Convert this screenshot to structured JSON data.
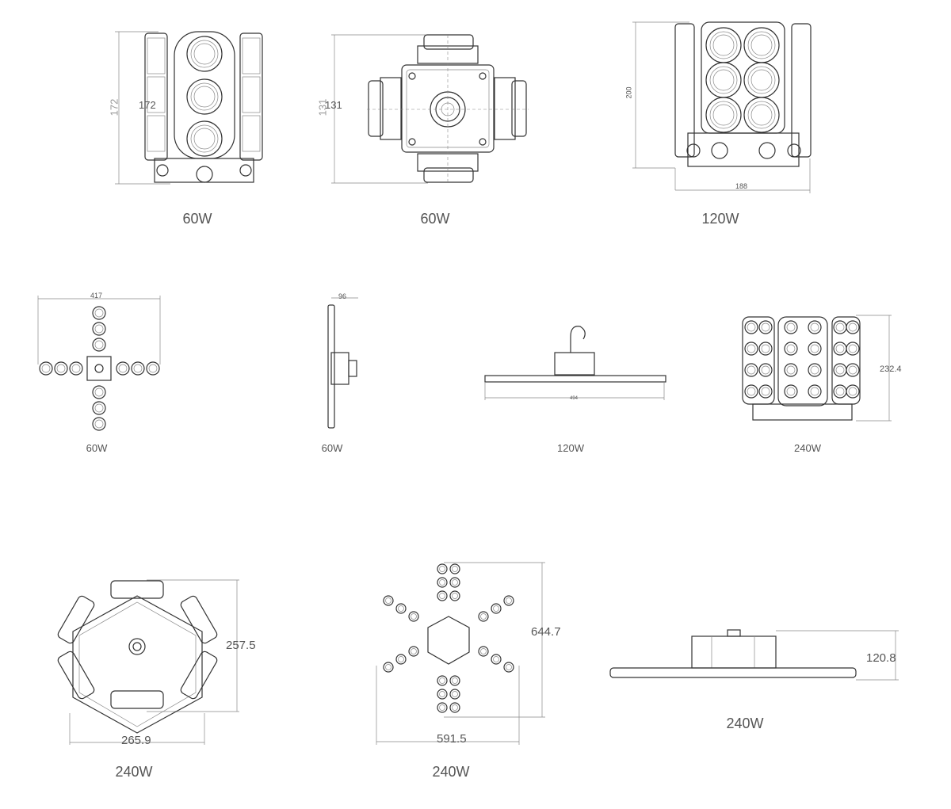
{
  "drawings": [
    {
      "id": "d1",
      "caption": "60W",
      "dims": [
        "172",
        "172"
      ]
    },
    {
      "id": "d2",
      "caption": "60W",
      "dims": [
        "131",
        "131"
      ]
    },
    {
      "id": "d3",
      "caption": "120W",
      "dims": [
        "200",
        "188"
      ]
    },
    {
      "id": "d4",
      "caption": "60W",
      "dims": [
        "417"
      ]
    },
    {
      "id": "d5",
      "caption": "60W",
      "dims": [
        "96"
      ]
    },
    {
      "id": "d6",
      "caption": "120W",
      "dims": [
        "494"
      ]
    },
    {
      "id": "d7",
      "caption": "240W",
      "dims": [
        "232.4"
      ]
    },
    {
      "id": "d8",
      "caption": "240W",
      "dims": [
        "257.5",
        "265.9"
      ]
    },
    {
      "id": "d9",
      "caption": "240W",
      "dims": [
        "644.7",
        "591.5"
      ]
    },
    {
      "id": "d10",
      "caption": "240W",
      "dims": [
        "120.8"
      ]
    }
  ]
}
